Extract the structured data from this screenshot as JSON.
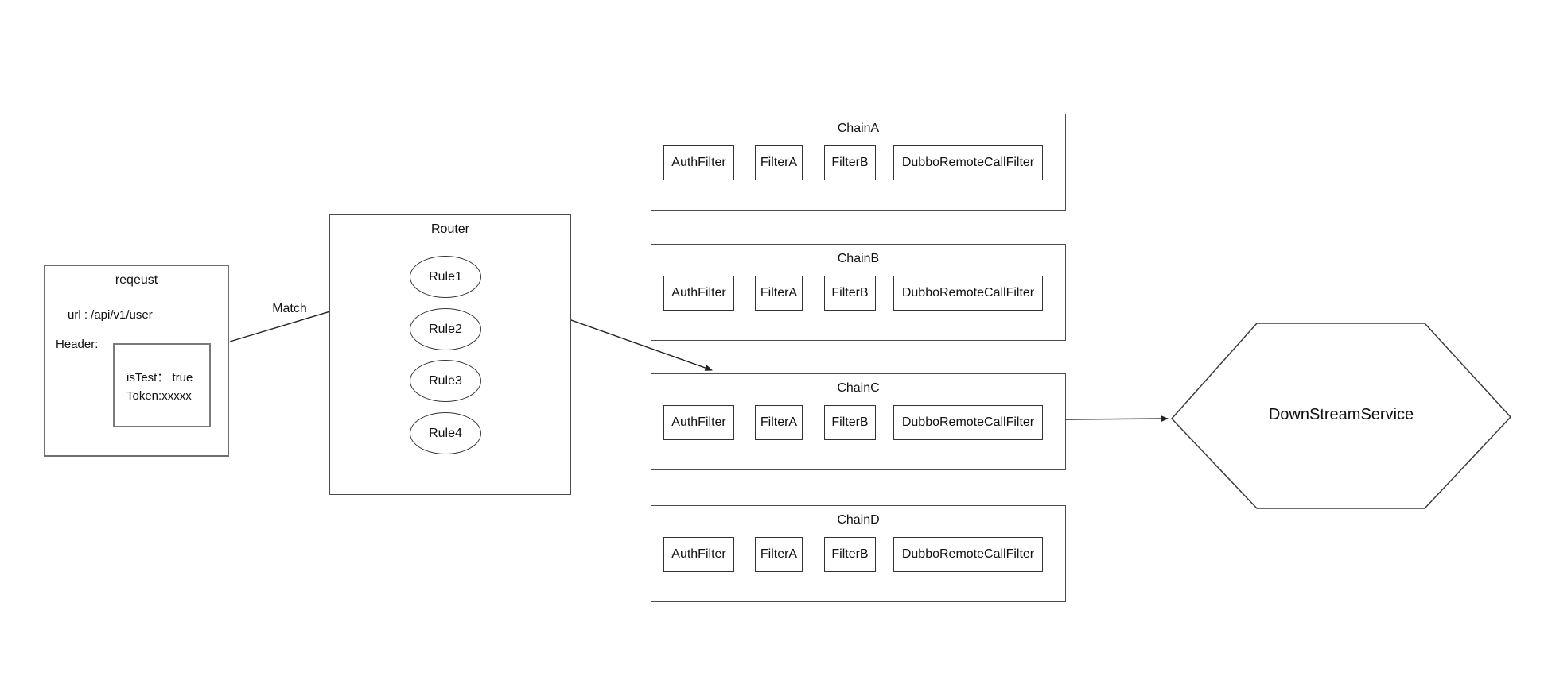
{
  "request": {
    "title": "reqeust",
    "url_line": "url : /api/v1/user",
    "header_label": "Header:",
    "header_fields": [
      "isTest： true",
      "Token:xxxxx"
    ]
  },
  "match_label": "Match",
  "router": {
    "title": "Router",
    "rules": [
      "Rule1",
      "Rule2",
      "Rule3",
      "Rule4"
    ]
  },
  "chains": [
    {
      "title": "ChainA",
      "filters": [
        "AuthFilter",
        "FilterA",
        "FilterB",
        "DubboRemoteCallFilter"
      ]
    },
    {
      "title": "ChainB",
      "filters": [
        "AuthFilter",
        "FilterA",
        "FilterB",
        "DubboRemoteCallFilter"
      ]
    },
    {
      "title": "ChainC",
      "filters": [
        "AuthFilter",
        "FilterA",
        "FilterB",
        "DubboRemoteCallFilter"
      ]
    },
    {
      "title": "ChainD",
      "filters": [
        "AuthFilter",
        "FilterA",
        "FilterB",
        "DubboRemoteCallFilter"
      ]
    }
  ],
  "downstream": {
    "label": "DownStreamService"
  },
  "edges": {
    "request_to_rule1": "Match",
    "rule1_to_chain": "ChainC",
    "chain_to_service": "DownStreamService"
  },
  "colors": {
    "background": "#ffffff",
    "stroke": "#3c3c3c",
    "text": "#111111"
  }
}
